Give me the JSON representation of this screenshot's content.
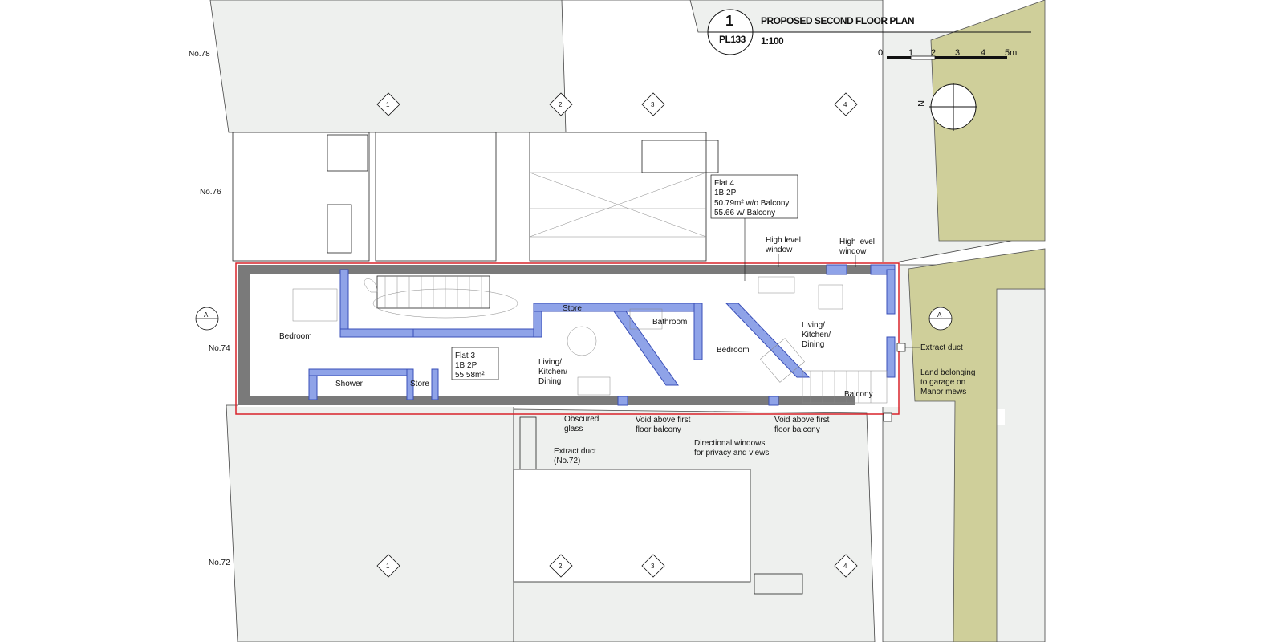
{
  "title_block": {
    "drawing_number": "1",
    "sheet_ref": "PL133",
    "title": "PROPOSED SECOND FLOOR PLAN",
    "scale": "1:100"
  },
  "scale_bar": {
    "ticks": [
      "0",
      "1",
      "2",
      "3",
      "4",
      "5m"
    ]
  },
  "north": {
    "label": "N"
  },
  "gridlines": {
    "top": [
      "1",
      "2",
      "3",
      "4"
    ],
    "bottom": [
      "1",
      "2",
      "3",
      "4"
    ],
    "section": "A"
  },
  "neighbours": {
    "no78": "No.78",
    "no76": "No.76",
    "no74": "No.74",
    "no72": "No.72"
  },
  "flat3": {
    "info_line1": "Flat 3",
    "info_line2": "1B 2P",
    "info_line3": "55.58m²",
    "rooms": {
      "bedroom": "Bedroom",
      "shower": "Shower",
      "store1": "Store",
      "store2": "Store",
      "lkd1": "Living/",
      "lkd2": "Kitchen/",
      "lkd3": "Dining"
    }
  },
  "flat4": {
    "info_line1": "Flat 4",
    "info_line2": "1B 2P",
    "info_line3": "50.79m² w/o Balcony",
    "info_line4": "55.66 w/ Balcony",
    "rooms": {
      "bathroom": "Bathroom",
      "bedroom": "Bedroom",
      "lkd1": "Living/",
      "lkd2": "Kitchen/",
      "lkd3": "Dining",
      "balcony": "Balcony"
    }
  },
  "annotations": {
    "hlw1_a": "High level",
    "hlw1_b": "window",
    "hlw2_a": "High level",
    "hlw2_b": "window",
    "extract_duct": "Extract duct",
    "land1": "Land belonging",
    "land2": "to garage on",
    "land3": "Manor mews",
    "obscured1": "Obscured",
    "obscured2": "glass",
    "duct72_1": "Extract duct",
    "duct72_2": "(No.72)",
    "void1_a": "Void above first",
    "void1_b": "floor balcony",
    "void2_a": "Void above first",
    "void2_b": "floor balcony",
    "dirwin1": "Directional windows",
    "dirwin2": "for privacy and views"
  },
  "colors": {
    "site_outline": "#d9232a",
    "new_walls": "#8fa3e8",
    "existing_walls": "#7a7a7a",
    "land_hatch": "#cfcf9a",
    "ground": "#eef0ee"
  }
}
